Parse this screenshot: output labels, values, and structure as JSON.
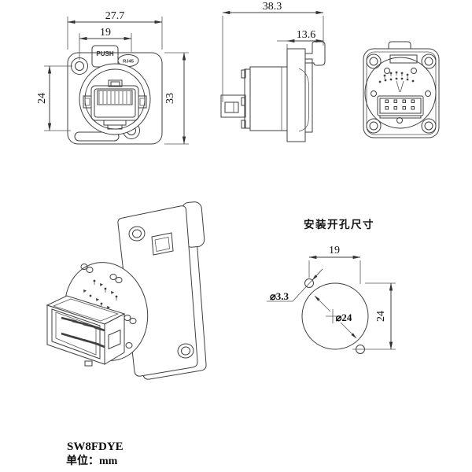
{
  "front_view": {
    "push_label": "PUSH",
    "rj45_label": "RJ45",
    "dims": {
      "outer_width": "27.7",
      "hole_spacing_h": "19",
      "hole_spacing_v": "24",
      "height": "33"
    }
  },
  "side_view": {
    "dims": {
      "depth": "38.3",
      "front_depth": "13.6"
    }
  },
  "mounting_view": {
    "title": "安装开孔尺寸",
    "dims": {
      "hole_spacing_h": "19",
      "small_hole_dia": "⌀3.3",
      "panel_hole_dia": "⌀24",
      "hole_spacing_v": "24"
    }
  },
  "footer": {
    "model": "SW8FDYE",
    "unit_label": "单位：mm"
  }
}
